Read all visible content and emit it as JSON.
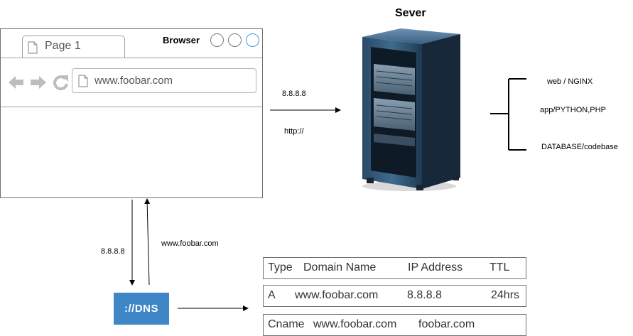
{
  "server": {
    "title": "Sever"
  },
  "browser": {
    "title": "Browser",
    "tab_label": "Page 1",
    "address": "www.foobar.com"
  },
  "arrows": {
    "browser_to_server_ip": "8.8.8.8",
    "browser_to_server_proto": "http://",
    "browser_to_dns_ip": "8.8.8.8",
    "dns_to_browser_domain": "www.foobar.com"
  },
  "stack": {
    "items": [
      "web / NGINX",
      "app/PYTHON,PHP",
      "DATABASE/codebase"
    ]
  },
  "dns": {
    "label": "://DNS"
  },
  "dns_table": {
    "header": [
      "Type",
      "Domain Name",
      "IP Address",
      "TTL"
    ],
    "rows": [
      [
        "A",
        "www.foobar.com",
        "8.8.8.8",
        "24hrs"
      ],
      [
        "Cname",
        "www.foobar.com",
        "foobar.com",
        ""
      ]
    ]
  },
  "colors": {
    "dns_badge": "#3e86c6",
    "window_active_button": "#3e9be0"
  }
}
